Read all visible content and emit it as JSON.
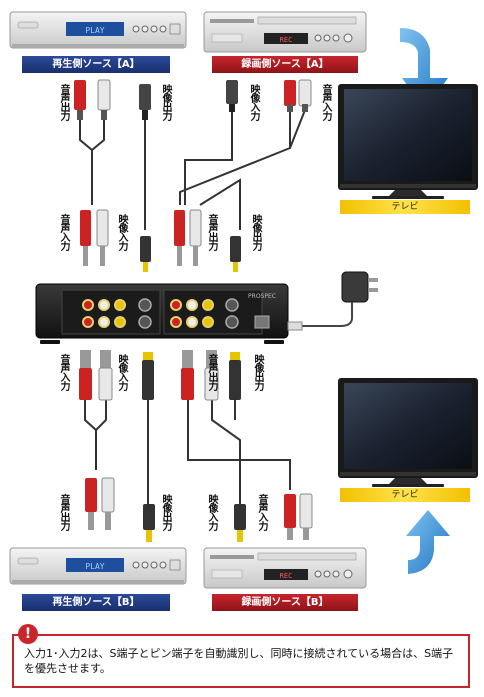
{
  "devices": {
    "top_player": {
      "display": "PLAY"
    },
    "top_recorder": {
      "display": "REC"
    },
    "bottom_player": {
      "display": "PLAY"
    },
    "bottom_recorder": {
      "display": "REC"
    }
  },
  "tags": {
    "top_play": "再生側ソース【A】",
    "top_rec": "録画側ソース【A】",
    "bottom_play": "再生側ソース【B】",
    "bottom_rec": "録画側ソース【B】"
  },
  "tv": {
    "top_label": "テレビ",
    "bottom_label": "テレビ"
  },
  "switcher": {
    "brand": "PROSPEC"
  },
  "labels": {
    "audio_out": "音声出力",
    "video_out": "映像出力",
    "video_in": "映像入力",
    "audio_in": "音声入力"
  },
  "note": {
    "icon": "!",
    "text": "入力1･入力2は、S端子とピン端子を自動識別し、同時に接続されている場合は、S端子を優先させます。"
  },
  "colors": {
    "arrow": "#2f8fd8",
    "tag_blue": "#2b4a99",
    "tag_red": "#c8252c",
    "tv_label": "#f3c000",
    "red_plug": "#cc2222",
    "white_plug": "#e8e8e8",
    "yellow_plug": "#e8c400",
    "cable": "#333333"
  }
}
